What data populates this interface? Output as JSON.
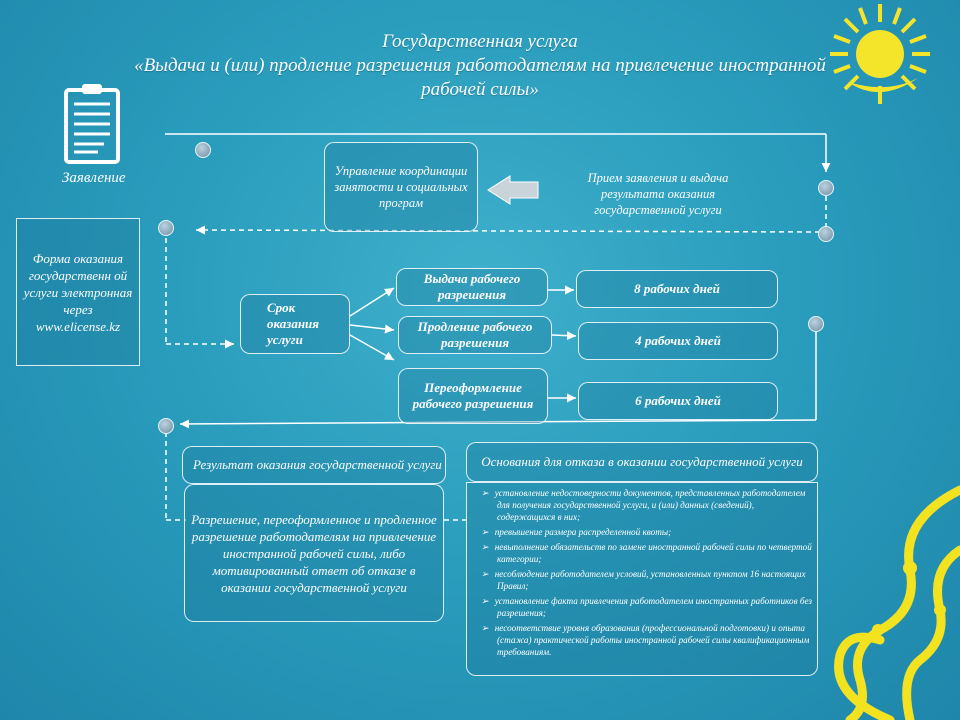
{
  "title": {
    "line1": "Государственная услуга",
    "line2": "«Выдача и (или) продление разрешения работодателям на привлечение иностранной",
    "line3": "рабочей силы»"
  },
  "application_label": "Заявление",
  "management_box": "Управление координации занятости и социальных програм",
  "reception_text": "Прием заявления и выдача результата оказания государственной услуги",
  "form_box": "Форма оказания государственн ой услуги электронная через www.elicense.kz",
  "term_box": "Срок оказания услуги",
  "services": [
    {
      "name": "Выдача рабочего разрешения",
      "days": "8 рабочих дней"
    },
    {
      "name": "Продление рабочего разрешения",
      "days": "4 рабочих дней"
    },
    {
      "name": "Переоформление рабочего разрешения",
      "days": "6 рабочих дней"
    }
  ],
  "result_header": "Результат оказания государственной услуги",
  "result_body": "Разрешение, переоформленное и продленное разрешение работодателям на привлечение иностранной рабочей силы, либо мотивированный ответ об отказе в оказании государственной услуги",
  "refusal_header": "Основания для отказа в оказании государственной услуги",
  "refusal_items": [
    "установление недостоверности документов, представленных работодателем для получения государственной услуги, и (или) данных (сведений), содержащихся в них;",
    "превышение размера распределенной квоты;",
    "невыполнение обязательств по замене иностранной рабочей силы по четвертой категории;",
    "несоблюдение работодателем условий, установленных пунктом 16 настоящих Правил;",
    "установление факта привлечения работодателем иностранных работников без разрешения;",
    "несоответствие уровня образования (профессиональной подготовки) и опыта (стажа) практической работы иностранной рабочей силы квалификационным требованиям."
  ]
}
